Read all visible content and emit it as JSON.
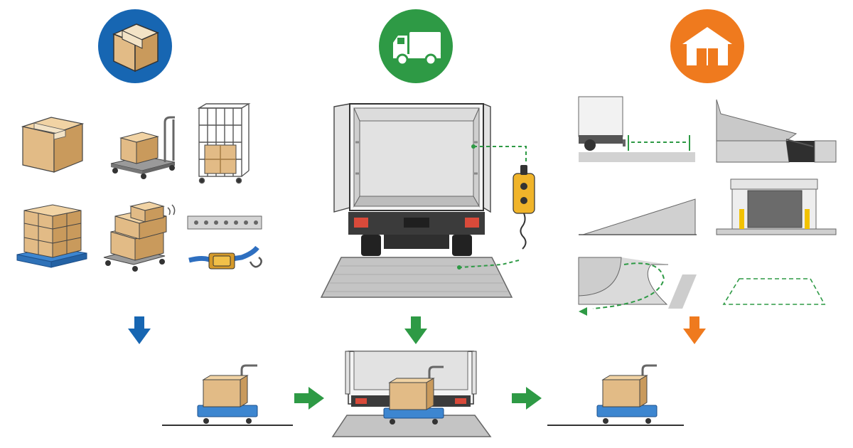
{
  "colors": {
    "blue": "#1766b2",
    "green": "#2e9a45",
    "orange": "#ef7a1e",
    "cardboard": "#e2bb86",
    "cardboard_dark": "#c99a5c",
    "tape": "#f3e3c6",
    "pallet_blue": "#3d86d0",
    "strap_blue": "#2e6fc0",
    "truck_body": "#e9e9e9",
    "floor_plate": "#c4c4c4",
    "pendant_yellow": "#f0b42a",
    "door_dark": "#6b6b6b",
    "post_yellow": "#f2c200",
    "line_dark": "#333333"
  },
  "columns": [
    {
      "id": "goods",
      "icon": "cardboard-box-icon",
      "color": "blue",
      "items": [
        "carton-box",
        "hand-truck-with-box",
        "roll-cage",
        "palletized-boxes",
        "stacked-boxes-on-dolly",
        "load-securing-rail",
        "ratchet-strap"
      ]
    },
    {
      "id": "vehicle",
      "icon": "delivery-truck-icon",
      "color": "green",
      "items": [
        "truck-rear-view",
        "tail-lift-platform",
        "lift-control-pendant"
      ]
    },
    {
      "id": "site",
      "icon": "warehouse-icon",
      "color": "orange",
      "items": [
        "clearance-distance",
        "loading-dock-leveler",
        "access-ramp",
        "dock-door",
        "turning-path",
        "designated-parking-bay"
      ]
    }
  ],
  "flow": {
    "steps": [
      "trolley-at-ground-level",
      "trolley-on-tail-lift",
      "trolley-delivered-to-site"
    ],
    "connectors": [
      "right-arrow-1",
      "right-arrow-2"
    ]
  }
}
